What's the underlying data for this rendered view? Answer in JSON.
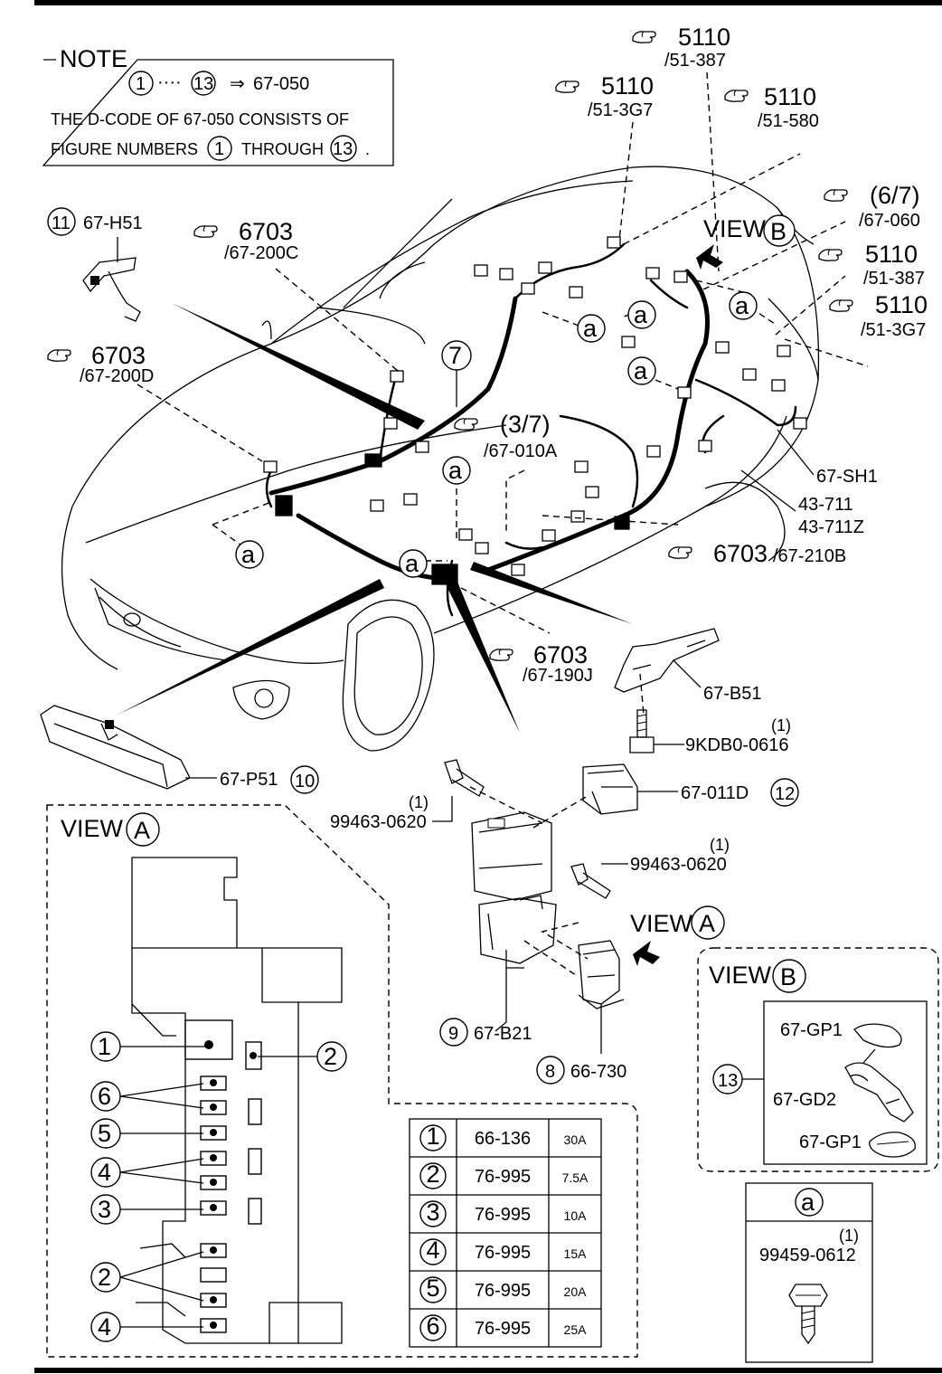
{
  "note": {
    "header": "NOTE",
    "range_from": "1",
    "range_to": "13",
    "range_ellipsis": "····",
    "arrow": "⇒",
    "range_code": "67-050",
    "line1": "THE D-CODE OF  67-050  CONSISTS OF",
    "line2a": "FIGURE NUMBERS",
    "line2b": "THROUGH",
    "line2c": "."
  },
  "refs": [
    {
      "num": "5110",
      "code": "/51-387"
    },
    {
      "num": "5110",
      "code": "/51-3G7"
    },
    {
      "num": "5110",
      "code": "/51-580"
    },
    {
      "num": "(6/7)",
      "code": "/67-060"
    },
    {
      "num": "5110",
      "code": "/51-387"
    },
    {
      "num": "5110",
      "code": "/51-3G7"
    },
    {
      "num": "6703",
      "code": "/67-200C"
    },
    {
      "num": "6703",
      "code": "/67-200D"
    },
    {
      "num": "(3/7)",
      "code": "/67-010A"
    },
    {
      "num": "6703",
      "code": "/67-210B"
    },
    {
      "num": "6703",
      "code": "/67-190J"
    }
  ],
  "labels": {
    "view_b_top": "VIEW",
    "view_b_letter": "B",
    "c7": "7",
    "c11": "11",
    "h51": "67-H51",
    "sh1": "67-SH1",
    "p711": "43-711",
    "p711z": "43-711Z",
    "b51": "67-B51",
    "bolt1_qty": "(1)",
    "bolt1": "9KDB0-0616",
    "p51": "67-P51",
    "c10": "10",
    "d011": "67-011D",
    "c12": "12",
    "bolt2_qty": "(1)",
    "bolt2": "99463-0620",
    "bolt3_qty": "(1)",
    "bolt3": "99463-0620",
    "view_a_top": "VIEW",
    "view_a_letter": "A",
    "c9": "9",
    "b21": "67-B21",
    "c8": "8",
    "p730": "66-730",
    "a": "a"
  },
  "view_a": {
    "title": "VIEW",
    "letter": "A",
    "callouts": [
      "1",
      "2",
      "6",
      "5",
      "4",
      "3",
      "2",
      "4"
    ]
  },
  "fuse_table": [
    {
      "idx": "1",
      "part": "66-136",
      "amp": "30A"
    },
    {
      "idx": "2",
      "part": "76-995",
      "amp": "7.5A"
    },
    {
      "idx": "3",
      "part": "76-995",
      "amp": "10A"
    },
    {
      "idx": "4",
      "part": "76-995",
      "amp": "15A"
    },
    {
      "idx": "5",
      "part": "76-995",
      "amp": "20A"
    },
    {
      "idx": "6",
      "part": "76-995",
      "amp": "25A"
    }
  ],
  "view_b": {
    "title": "VIEW",
    "letter": "B",
    "callout": "13",
    "gp1_top": "67-GP1",
    "gd2": "67-GD2",
    "gp1_bottom": "67-GP1"
  },
  "bolt_a": {
    "header": "a",
    "qty": "(1)",
    "part": "99459-0612"
  }
}
